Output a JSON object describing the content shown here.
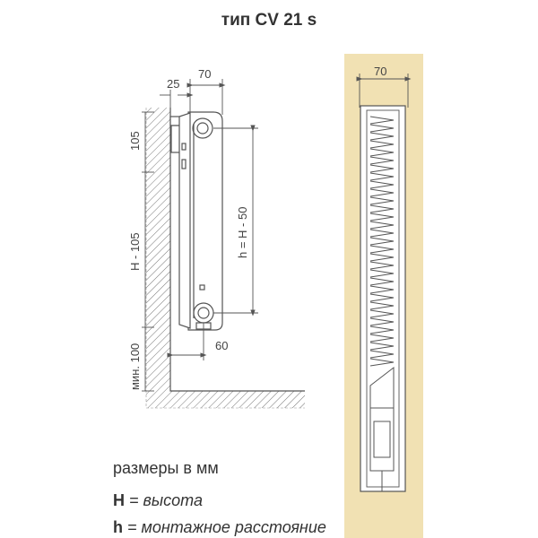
{
  "title": "тип CV 21 s",
  "dimensions": {
    "top_offset": "25",
    "depth": "70",
    "upper": "105",
    "middle": "H - 105",
    "bottom": "мин. 100",
    "mount": "h = H - 50",
    "bottom_offset": "60",
    "side_width": "70"
  },
  "legend": {
    "units": "размеры в мм",
    "H_symbol": "H",
    "H_def": " = высота",
    "h_symbol": "h",
    "h_def": " = монтажное расстояние"
  },
  "colors": {
    "side_panel_bg": "#f1e1b3",
    "line": "#555555",
    "hatch": "#777777"
  }
}
